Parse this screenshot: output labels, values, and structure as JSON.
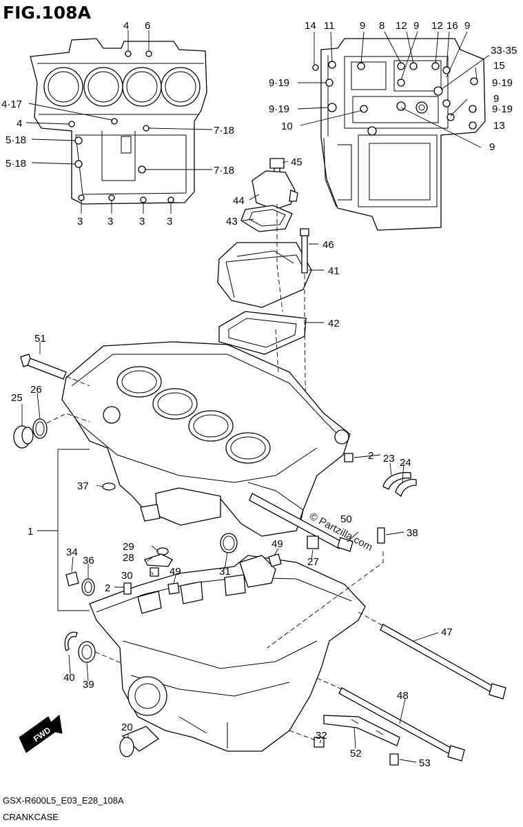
{
  "figure": {
    "title": "FIG.108A",
    "code": "GSX-R600L5_E03_E28_108A",
    "name": "CRANKCASE",
    "fwd_label": "FWD",
    "watermark": "© Partzilla.com"
  },
  "callouts": [
    {
      "id": "c-4a",
      "label": "4"
    },
    {
      "id": "c-6",
      "label": "6"
    },
    {
      "id": "c-4-17",
      "label": "4·17"
    },
    {
      "id": "c-4b",
      "label": "4"
    },
    {
      "id": "c-5-18a",
      "label": "5·18"
    },
    {
      "id": "c-5-18b",
      "label": "5·18"
    },
    {
      "id": "c-7-18a",
      "label": "7·18"
    },
    {
      "id": "c-7-18b",
      "label": "7·18"
    },
    {
      "id": "c-3a",
      "label": "3"
    },
    {
      "id": "c-3b",
      "label": "3"
    },
    {
      "id": "c-3c",
      "label": "3"
    },
    {
      "id": "c-3d",
      "label": "3"
    },
    {
      "id": "c-14",
      "label": "14"
    },
    {
      "id": "c-11",
      "label": "11"
    },
    {
      "id": "c-9a",
      "label": "9"
    },
    {
      "id": "c-8",
      "label": "8"
    },
    {
      "id": "c-12a",
      "label": "12"
    },
    {
      "id": "c-9b",
      "label": "9"
    },
    {
      "id": "c-12b",
      "label": "12"
    },
    {
      "id": "c-16",
      "label": "16"
    },
    {
      "id": "c-9c",
      "label": "9"
    },
    {
      "id": "c-33-35",
      "label": "33·35"
    },
    {
      "id": "c-15",
      "label": "15"
    },
    {
      "id": "c-9-19a",
      "label": "9·19"
    },
    {
      "id": "c-9-19b",
      "label": "9·19"
    },
    {
      "id": "c-9-19c",
      "label": "9·19"
    },
    {
      "id": "c-9-19d",
      "label": "9·19"
    },
    {
      "id": "c-9d",
      "label": "9"
    },
    {
      "id": "c-10",
      "label": "10"
    },
    {
      "id": "c-13",
      "label": "13"
    },
    {
      "id": "c-9e",
      "label": "9"
    },
    {
      "id": "c-45",
      "label": "45"
    },
    {
      "id": "c-44",
      "label": "44"
    },
    {
      "id": "c-43",
      "label": "43"
    },
    {
      "id": "c-46",
      "label": "46"
    },
    {
      "id": "c-41",
      "label": "41"
    },
    {
      "id": "c-42",
      "label": "42"
    },
    {
      "id": "c-51",
      "label": "51"
    },
    {
      "id": "c-25",
      "label": "25"
    },
    {
      "id": "c-26",
      "label": "26"
    },
    {
      "id": "c-2a",
      "label": "2"
    },
    {
      "id": "c-23",
      "label": "23"
    },
    {
      "id": "c-24",
      "label": "24"
    },
    {
      "id": "c-37",
      "label": "37"
    },
    {
      "id": "c-1",
      "label": "1"
    },
    {
      "id": "c-50",
      "label": "50"
    },
    {
      "id": "c-38",
      "label": "38"
    },
    {
      "id": "c-29",
      "label": "29"
    },
    {
      "id": "c-28",
      "label": "28"
    },
    {
      "id": "c-34",
      "label": "34"
    },
    {
      "id": "c-36",
      "label": "36"
    },
    {
      "id": "c-49a",
      "label": "49"
    },
    {
      "id": "c-27",
      "label": "27"
    },
    {
      "id": "c-31",
      "label": "31"
    },
    {
      "id": "c-30",
      "label": "30"
    },
    {
      "id": "c-49b",
      "label": "49"
    },
    {
      "id": "c-2b",
      "label": "2"
    },
    {
      "id": "c-47",
      "label": "47"
    },
    {
      "id": "c-40",
      "label": "40"
    },
    {
      "id": "c-39",
      "label": "39"
    },
    {
      "id": "c-48",
      "label": "48"
    },
    {
      "id": "c-20",
      "label": "20"
    },
    {
      "id": "c-32",
      "label": "32"
    },
    {
      "id": "c-52",
      "label": "52"
    },
    {
      "id": "c-53",
      "label": "53"
    }
  ]
}
